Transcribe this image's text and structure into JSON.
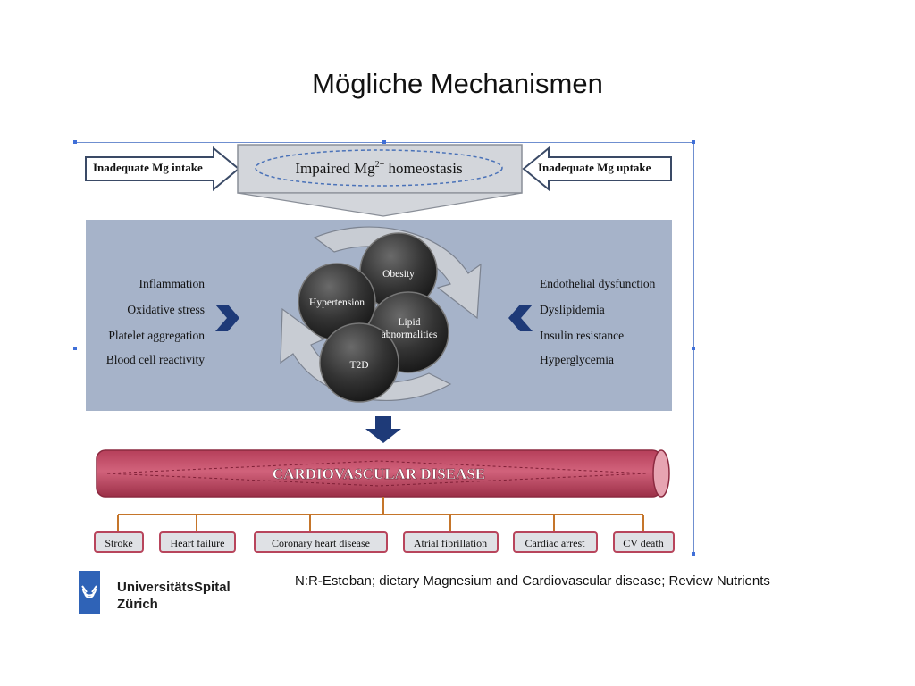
{
  "slide": {
    "title": "Mögliche Mechanismen"
  },
  "top": {
    "left_arrow": "Inadequate Mg intake",
    "center_prefix": "Impaired Mg",
    "center_sup": "2+",
    "center_suffix": " homeostasis",
    "right_arrow": "Inadequate Mg uptake"
  },
  "left_factors": [
    "Inflammation",
    "Oxidative stress",
    "Platelet aggregation",
    "Blood cell reactivity"
  ],
  "right_factors": [
    "Endothelial dysfunction",
    "Dyslipidemia",
    "Insulin resistance",
    "Hyperglycemia"
  ],
  "circles": {
    "obesity": "Obesity",
    "hypertension": "Hypertension",
    "lipid_line1": "Lipid",
    "lipid_line2": "abnormalities",
    "t2d": "T2D"
  },
  "cvd_label": "CARDIOVASCULAR DISEASE",
  "outcomes": [
    "Stroke",
    "Heart failure",
    "Coronary heart disease",
    "Atrial fibrillation",
    "Cardiac arrest",
    "CV death"
  ],
  "citation": "N:R-Esteban; dietary Magnesium and Cardiovascular disease; Review Nutrients",
  "logo": {
    "line1": "UniversitätsSpital",
    "line2": "Zürich"
  },
  "colors": {
    "panel": "#a6b3c9",
    "arrow_fill": "#c8ccd3",
    "chevron": "#1e3a78",
    "down_arrow": "#1e3a78",
    "tube": "#c4506a",
    "tube_dark": "#9c3048",
    "branch_line": "#c5752a",
    "outcome_border": "#b8455c",
    "circle_dark": "#2e2e2e",
    "logo_blue": "#2f63b7"
  }
}
